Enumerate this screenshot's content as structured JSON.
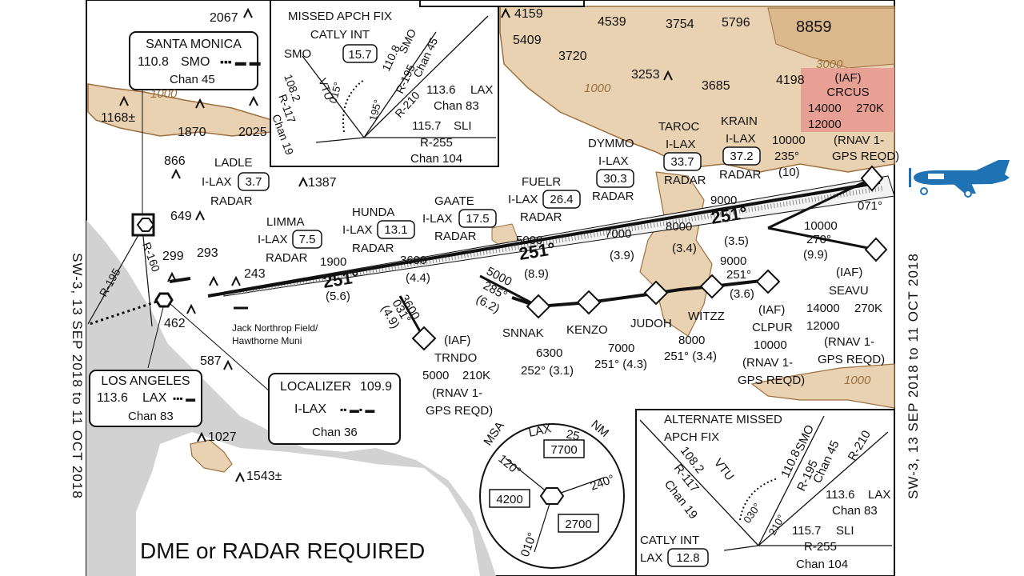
{
  "side_labels": {
    "left": "SW-3,  13 SEP 2018  to  11 OCT 2018",
    "right": "SW-3,  13 SEP 2018  to  11 OCT 2018"
  },
  "colors": {
    "terrain": "#e9d2b2",
    "terrain_edge": "#9c6f3f",
    "water": "#d2d2d2",
    "iaf_highlight": "#e8a095",
    "aircraft": "#1f73b5"
  },
  "icons": {
    "aircraft": "aircraft-icon",
    "vortac": "vortac-icon",
    "fix": "waypoint-icon"
  },
  "top_missed": {
    "title1": "MISSED APCH FIX",
    "title2": "CATLY INT",
    "smo_label": "SMO",
    "smo_dist": "15.7",
    "r108": "108.2",
    "vtu": "VTU",
    "r117": "R-117",
    "chan19": "Chan 19",
    "r015": "015°",
    "r195a": "195°",
    "r1108": "110.8",
    "smo2": "SMO",
    "r195": "R-195",
    "chan45": "Chan 45",
    "r210": "R-210",
    "lax_freq": "113.6",
    "lax": "LAX",
    "chan83": "Chan 83",
    "sli_freq": "115.7",
    "sli": "SLI",
    "r255": "R-255",
    "chan104": "Chan 104"
  },
  "santa_monica": {
    "name": "SANTA MONICA",
    "freq": "110.8",
    "id": "SMO",
    "chan": "Chan 45"
  },
  "los_angeles": {
    "name": "LOS ANGELES",
    "freq": "113.6",
    "id": "LAX",
    "chan": "Chan 83"
  },
  "localizer": {
    "title": "LOCALIZER",
    "freq": "109.9",
    "id": "I-LAX",
    "chan": "Chan 36"
  },
  "radials": {
    "r195": "R-195",
    "r160": "R-160"
  },
  "airport": {
    "line1": "Jack Northrop Field/",
    "line2": "Hawthorne Muni"
  },
  "elevations": [
    "2067",
    "4159",
    "4539",
    "3754",
    "5796",
    "8859",
    "5409",
    "3720",
    "3253",
    "3685",
    "4198",
    "1168±",
    "1870",
    "2025",
    "866",
    "1387",
    "649",
    "299",
    "293",
    "243",
    "462",
    "587",
    "1027",
    "1543±"
  ],
  "contours": [
    "1000",
    "3000",
    "1000",
    "1000"
  ],
  "fixes": [
    {
      "name": "LADLE",
      "loc": "I-LAX",
      "dist": "3.7",
      "radar": "RADAR"
    },
    {
      "name": "LIMMA",
      "loc": "I-LAX",
      "dist": "7.5",
      "radar": "RADAR"
    },
    {
      "name": "HUNDA",
      "loc": "I-LAX",
      "dist": "13.1",
      "radar": "RADAR"
    },
    {
      "name": "GAATE",
      "loc": "I-LAX",
      "dist": "17.5",
      "radar": "RADAR"
    },
    {
      "name": "FUELR",
      "loc": "I-LAX",
      "dist": "26.4",
      "radar": "RADAR"
    },
    {
      "name": "DYMMO",
      "loc": "I-LAX",
      "dist": "30.3",
      "radar": "RADAR"
    },
    {
      "name": "TAROC",
      "loc": "I-LAX",
      "dist": "33.7",
      "radar": "RADAR"
    },
    {
      "name": "KRAIN",
      "loc": "I-LAX",
      "dist": "37.2",
      "radar": "RADAR"
    }
  ],
  "crcus": {
    "iaf": "(IAF)",
    "name": "CRCUS",
    "alt": "14000",
    "spd": "270K",
    "alt2": "12000",
    "note1": "(RNAV 1-",
    "note2": "GPS REQD)"
  },
  "seavu": {
    "iaf": "(IAF)",
    "name": "SEAVU",
    "alt": "14000",
    "spd": "270K",
    "alt2": "12000",
    "note1": "(RNAV 1-",
    "note2": "GPS REQD)"
  },
  "clpur": {
    "iaf": "(IAF)",
    "name": "CLPUR",
    "alt": "10000",
    "note1": "(RNAV 1-",
    "note2": "GPS REQD)"
  },
  "trndo": {
    "iaf": "(IAF)",
    "name": "TRNDO",
    "alt": "5000",
    "spd": "210K",
    "note1": "(RNAV 1-",
    "note2": "GPS REQD)"
  },
  "route_labels": {
    "crs_main": "251°",
    "krain_alt": "10000",
    "krain_crs": "235°",
    "krain_dist": "(10)",
    "crcus_crs": "071°",
    "seavu_alt": "10000",
    "seavu_crs": "270°",
    "seavu_dist": "(9.9)",
    "seg_9000": "9000",
    "seg_8000": "8000",
    "seg_7000": "7000",
    "seg_5000": "5000",
    "seg_3600": "3600",
    "seg_1900": "1900",
    "d35": "(3.5)",
    "d34": "(3.4)",
    "d39": "(3.9)",
    "d89": "(8.9)",
    "d44": "(4.4)",
    "d56": "(5.6)",
    "clpur_alt": "9000",
    "clpur_crs": "251°",
    "clpur_dist": "(3.6)",
    "t_alt": "3600",
    "t_crs": "031°",
    "t_dist": "(4.9)",
    "g_alt": "5000",
    "g_crs": "285°",
    "g_dist": "(6.2)"
  },
  "rnav_fixes": [
    {
      "name": "SNNAK",
      "alt": "6300",
      "crs": "252° (3.1)"
    },
    {
      "name": "KENZO",
      "alt": "7000",
      "crs": "251° (4.3)"
    },
    {
      "name": "JUDOH",
      "alt": "",
      "crs": ""
    },
    {
      "name": "WITZZ",
      "alt": "8000",
      "crs": "251° (3.4)"
    }
  ],
  "msa": {
    "label": "MSA",
    "id": "LAX",
    "nm": "25",
    "unit": "NM",
    "s1": "7700",
    "s2": "4200",
    "s3": "2700",
    "b1": "120°",
    "b2": "240°",
    "b3": "010°"
  },
  "alt_missed": {
    "title1": "ALTERNATE MISSED",
    "title2": "APCH FIX",
    "r1082": "108.2",
    "vtu": "VTU",
    "r117": "R-117",
    "chan19": "Chan 19",
    "r030": "030°",
    "r210deg": "210°",
    "r1108": "110.8",
    "smo": "SMO",
    "r195": "R-195",
    "chan45": "Chan 45",
    "r210": "R-210",
    "lax_freq": "113.6",
    "lax": "LAX",
    "chan83": "Chan 83",
    "sli_freq": "115.7",
    "sli": "SLI",
    "r255": "R-255",
    "chan104": "Chan 104",
    "catly": "CATLY INT",
    "lax_label": "LAX",
    "catly_dist": "12.8"
  },
  "dme_note": "DME or RADAR REQUIRED"
}
